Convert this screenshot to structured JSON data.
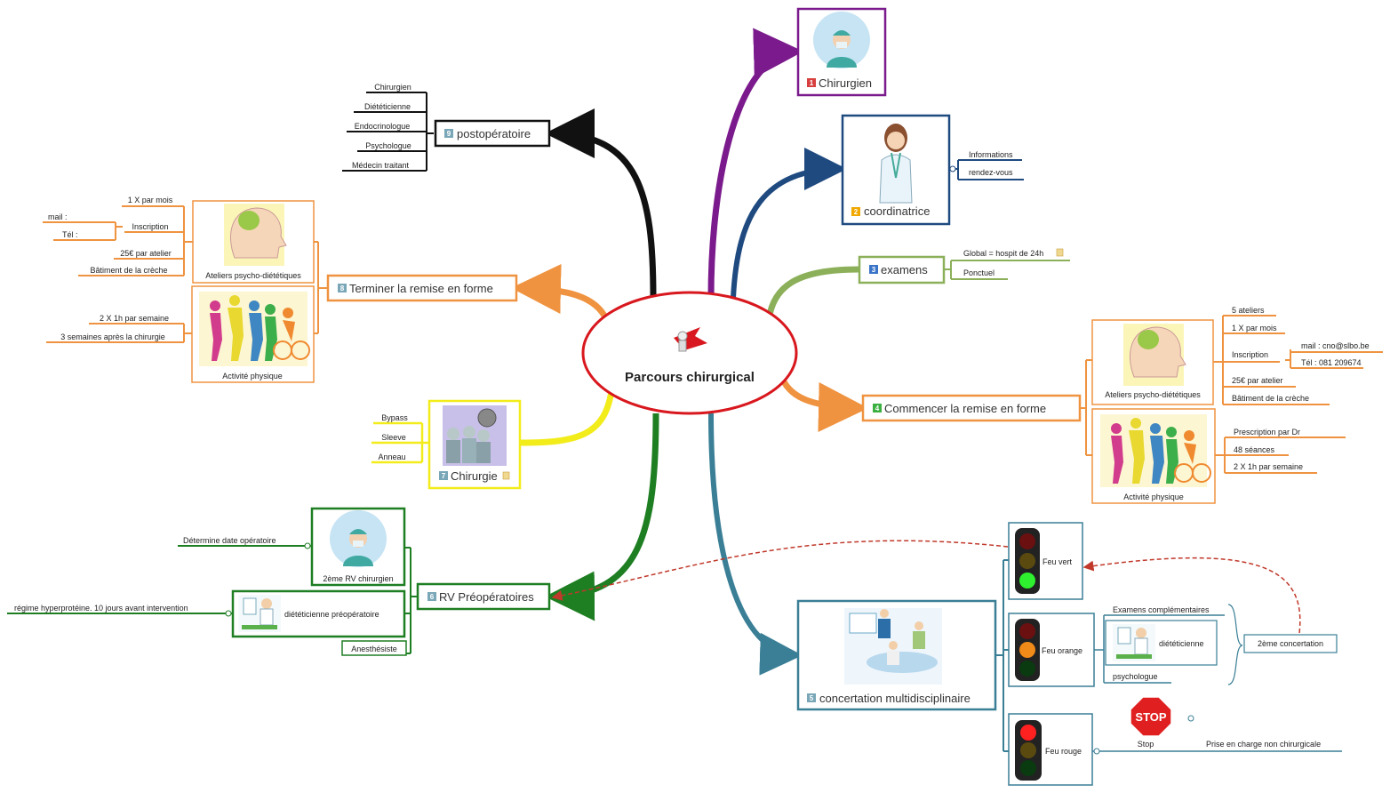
{
  "center": {
    "title": "Parcours chirurgical",
    "color": "#d8181e"
  },
  "colors": {
    "chirurgien": "#7b1a8c",
    "coordinatrice": "#1f4a80",
    "examens": "#8cb05a",
    "remise": "#ef9340",
    "concertation": "#3a7f96",
    "rv": "#1e7e22",
    "chirurgie": "#f2ec1a",
    "postop": "#111111",
    "link": "#c0392b"
  },
  "nodes": {
    "n1": {
      "num": "1",
      "label": "Chirurgien"
    },
    "n2": {
      "num": "2",
      "label": "coordinatrice",
      "children": [
        "Informations",
        "rendez-vous"
      ]
    },
    "n3": {
      "num": "3",
      "label": "examens",
      "children": [
        "Global = hospit de 24h",
        "Ponctuel"
      ]
    },
    "n4": {
      "num": "4",
      "label": "Commencer la  remise en forme",
      "ateliers": {
        "label": "Ateliers psycho-diététiques",
        "items": [
          "5 ateliers",
          "1 X par mois",
          "Inscription",
          "25€ par atelier",
          "Bâtiment de la crèche"
        ],
        "inscription": [
          "mail : cno@slbo.be",
          "Tél : 081 209674"
        ]
      },
      "activite": {
        "label": "Activité physique",
        "items": [
          "Prescription par Dr",
          "48 séances",
          "2 X 1h par semaine"
        ]
      }
    },
    "n5": {
      "num": "5",
      "label": "concertation multidisciplinaire",
      "vert": "Feu vert",
      "orange": "Feu orange",
      "orange_items": [
        "Examens complémentaires",
        "diététicienne",
        "psychologue"
      ],
      "concertation2": "2ème concertation",
      "rouge": "Feu rouge",
      "stop": "Stop",
      "stop_sign": "STOP",
      "rouge_item": "Prise en charge non chirurgicale"
    },
    "n6": {
      "num": "6",
      "label": "RV Préopératoires",
      "chir2": "2ème RV chirurgien",
      "chir2_item": "Détermine date opératoire",
      "diet": "diététicienne préopératoire",
      "diet_item": "régime hyperprotéine. 10 jours avant intervention",
      "anesth": "Anesthésiste"
    },
    "n7": {
      "num": "7",
      "label": "Chirurgie",
      "children": [
        "Bypass",
        "Sleeve",
        "Anneau"
      ]
    },
    "n8": {
      "num": "8",
      "label": "Terminer la  remise en forme",
      "ateliers": {
        "label": "Ateliers psycho-diététiques",
        "items": [
          "1 X par mois",
          "Inscription",
          "25€ par atelier",
          "Bâtiment de la crèche"
        ],
        "inscription": [
          "mail :",
          "Tél :"
        ]
      },
      "activite": {
        "label": "Activité physique",
        "items": [
          "2 X 1h par semaine",
          "3 semaines après la chirurgie"
        ]
      }
    },
    "n9": {
      "num": "9",
      "label": "postopératoire",
      "children": [
        "Chirurgien",
        "Diététicienne",
        "Endocrinologue",
        "Psychologue",
        "Médecin traitant"
      ]
    }
  }
}
